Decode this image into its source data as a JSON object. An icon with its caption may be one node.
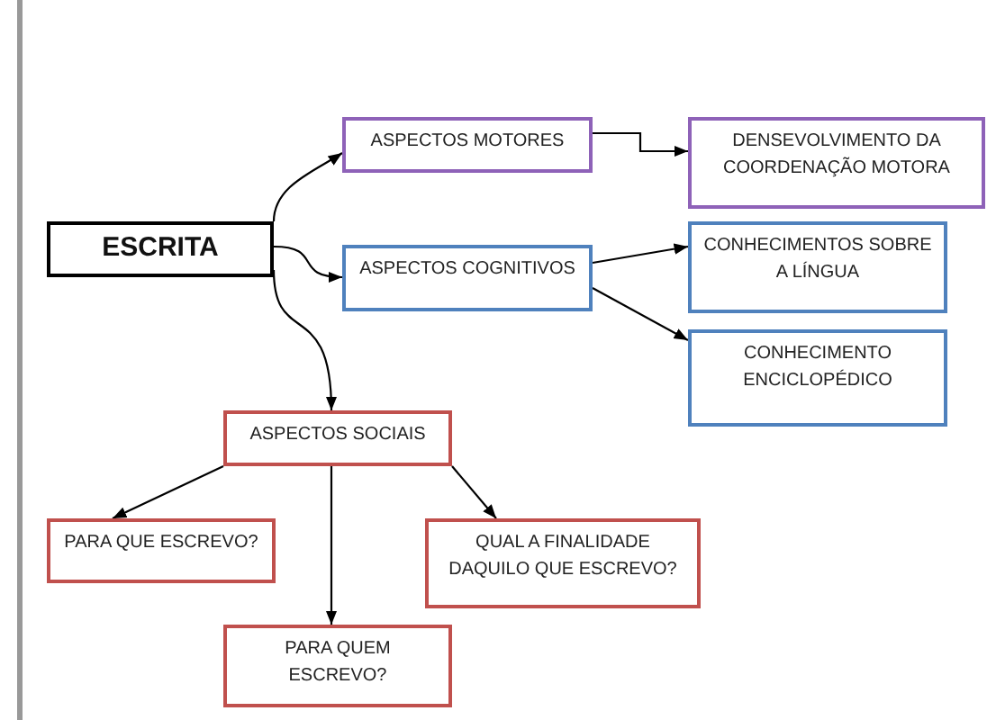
{
  "diagram": {
    "nodes": [
      {
        "text": [
          "ESCRITA"
        ]
      },
      {
        "text": [
          "ASPECTOS MOTORES"
        ]
      },
      {
        "text": [
          "DENSEVOLVIMENTO DA COORDENAÇÃO MOTORA"
        ]
      },
      {
        "text": [
          "ASPECTOS COGNITIVOS"
        ]
      },
      {
        "text": [
          "CONHECIMENTOS SOBRE A LÍNGUA"
        ]
      },
      {
        "text": [
          "CONHECIMENTO ENCICLOPÉDICO"
        ]
      },
      {
        "text": [
          "ASPECTOS SOCIAIS"
        ]
      },
      {
        "text": [
          "PARA QUE ESCREVO?"
        ]
      },
      {
        "text": [
          "QUAL A FINALIDADE DAQUILO QUE ESCREVO?"
        ]
      },
      {
        "text": [
          "PARA QUEM ESCREVO?"
        ]
      }
    ],
    "edges": [
      {
        "from": 0,
        "to": 1,
        "arrow": "to"
      },
      {
        "from": 0,
        "to": 3,
        "arrow": "to"
      },
      {
        "from": 0,
        "to": 6,
        "arrow": "to"
      },
      {
        "from": 1,
        "to": 2,
        "arrow": "to"
      },
      {
        "from": 3,
        "to": 4,
        "arrow": "to"
      },
      {
        "from": 3,
        "to": 5,
        "arrow": "to"
      },
      {
        "from": 6,
        "to": 7,
        "arrow": "to"
      },
      {
        "from": 6,
        "to": 9,
        "arrow": "to"
      },
      {
        "from": 6,
        "to": 8,
        "arrow": "to"
      }
    ]
  }
}
